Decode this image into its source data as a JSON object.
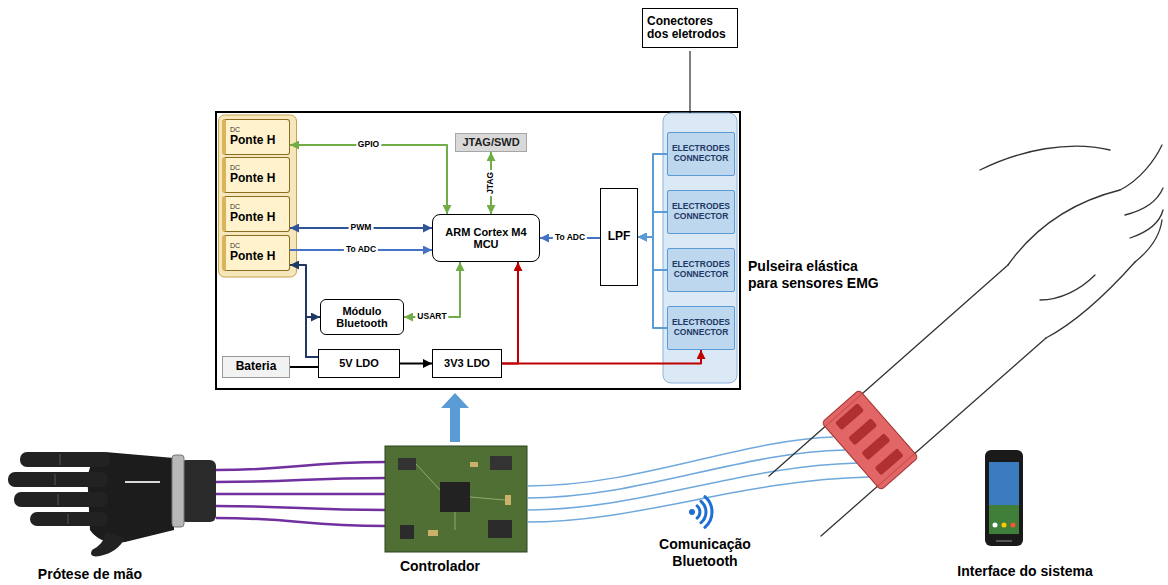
{
  "diagram": {
    "nodes": [
      {
        "text": [
          "Conectores dos eletrodos"
        ]
      },
      {
        "text": [
          "DC",
          "Ponte H"
        ]
      },
      {
        "text": [
          "DC",
          "Ponte H"
        ]
      },
      {
        "text": [
          "DC",
          "Ponte H"
        ]
      },
      {
        "text": [
          "DC",
          "Ponte H"
        ]
      },
      {
        "text": [
          "JTAG/SWD"
        ]
      },
      {
        "text": [
          "ARM Cortex M4 MCU"
        ]
      },
      {
        "text": [
          "LPF"
        ]
      },
      {
        "text": [
          "ELECTRODES CONNECTOR"
        ]
      },
      {
        "text": [
          "ELECTRODES CONNECTOR"
        ]
      },
      {
        "text": [
          "ELECTRODES CONNECTOR"
        ]
      },
      {
        "text": [
          "ELECTRODES CONNECTOR"
        ]
      },
      {
        "text": [
          "Módulo Bluetooth"
        ]
      },
      {
        "text": [
          "Bateria"
        ]
      },
      {
        "text": [
          "5V LDO"
        ]
      },
      {
        "text": [
          "3V3 LDO"
        ]
      }
    ],
    "edges": [
      {
        "from": 6,
        "to": 1,
        "arrow": "both",
        "label": "GPIO"
      },
      {
        "from": 5,
        "to": 6,
        "arrow": "both",
        "label": "JTAG"
      },
      {
        "from": 6,
        "to": 3,
        "arrow": "both",
        "label": "PWM"
      },
      {
        "from": 4,
        "to": 6,
        "arrow": "to",
        "label": "To ADC"
      },
      {
        "from": 7,
        "to": 6,
        "arrow": "to",
        "label": "To ADC"
      },
      {
        "from": 8,
        "to": 7,
        "arrow": "to"
      },
      {
        "from": 9,
        "to": 7,
        "arrow": "to"
      },
      {
        "from": 10,
        "to": 7,
        "arrow": "to"
      },
      {
        "from": 11,
        "to": 7,
        "arrow": "to"
      },
      {
        "from": 12,
        "to": 6,
        "arrow": "both",
        "label": "USART"
      },
      {
        "from": 13,
        "to": 14,
        "arrow": "none"
      },
      {
        "from": 14,
        "to": 15,
        "arrow": "to"
      },
      {
        "from": 14,
        "to": 4,
        "arrow": "to"
      },
      {
        "from": 14,
        "to": 12,
        "arrow": "to"
      },
      {
        "from": 15,
        "to": 6,
        "arrow": "to"
      },
      {
        "from": 15,
        "to": 11,
        "arrow": "to"
      }
    ],
    "labels": [
      "Pulseira elástica para sensores EMG",
      "Prótese de mão",
      "Controlador",
      "Comunicação Bluetooth",
      "Interface do sistema"
    ]
  }
}
